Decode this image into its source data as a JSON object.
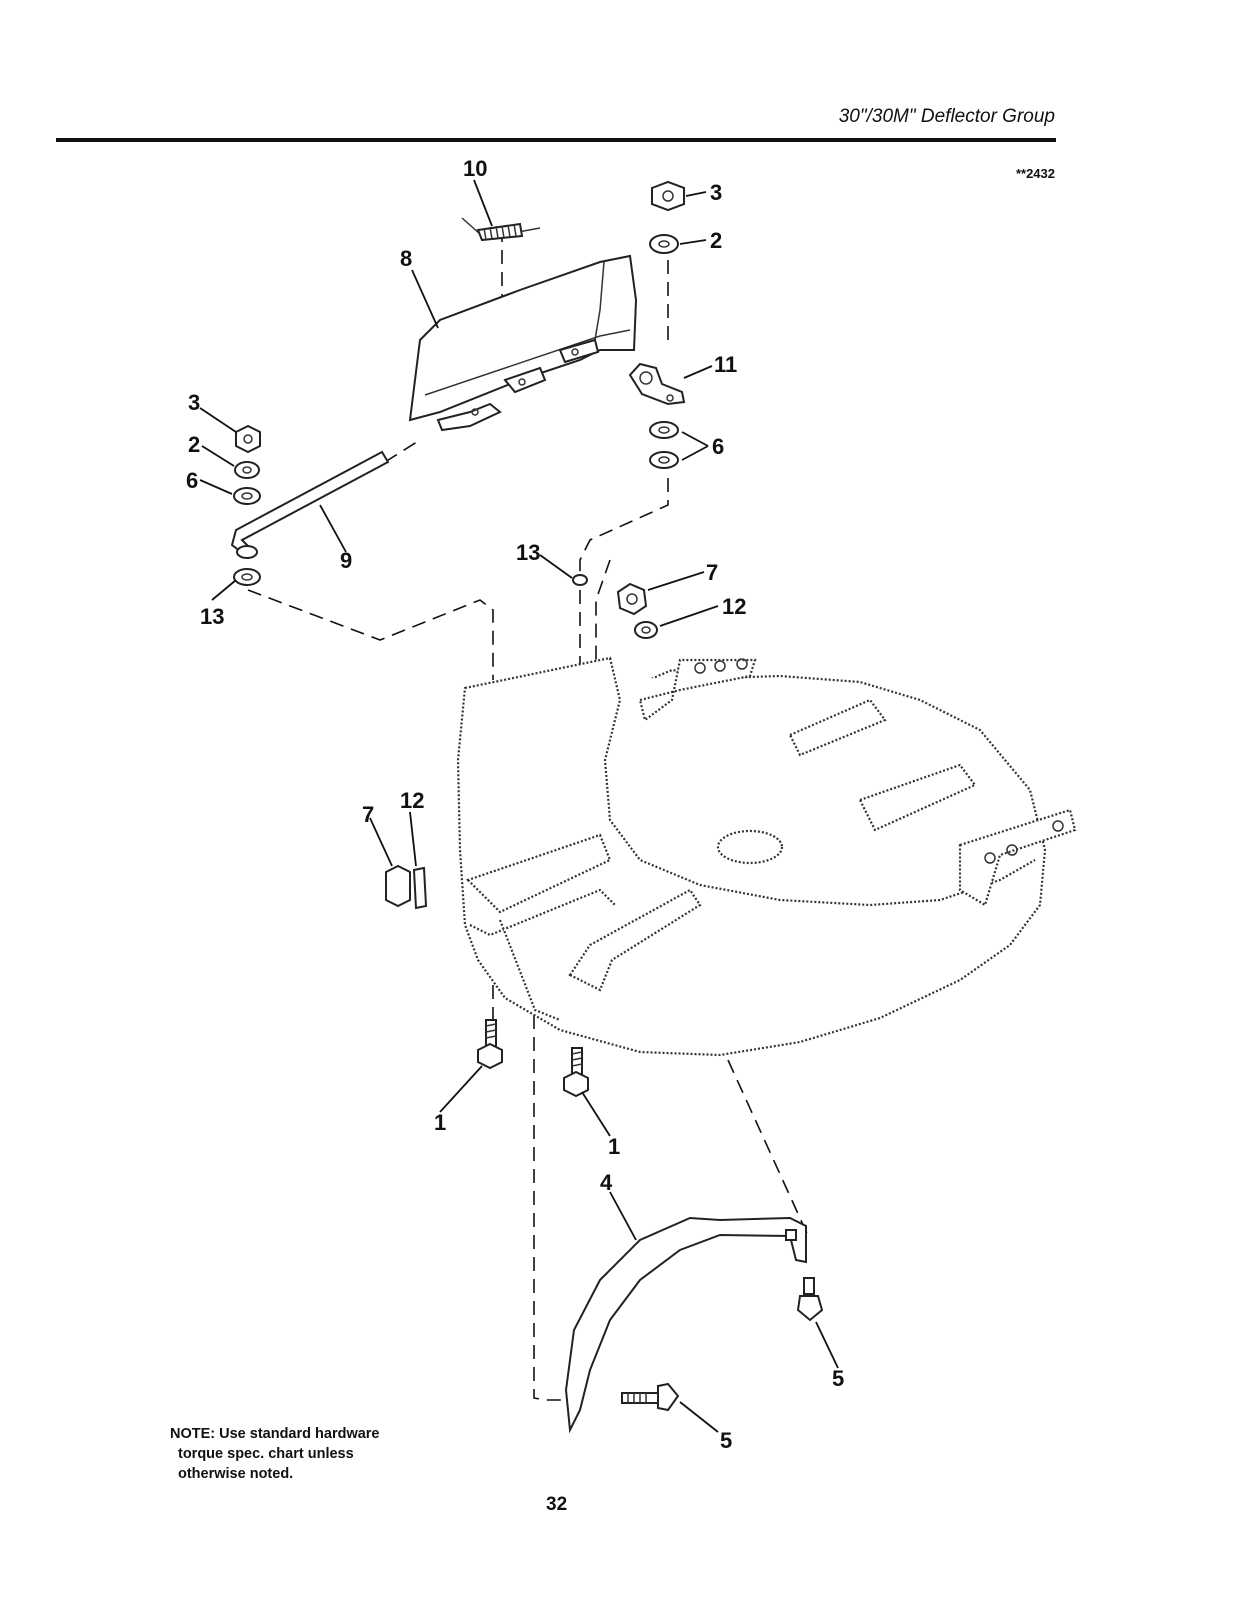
{
  "header": {
    "title": "30\"/30M\" Deflector Group"
  },
  "diagram_code": "**2432",
  "callouts": [
    "10",
    "3",
    "2",
    "8",
    "11",
    "6",
    "3",
    "2",
    "6",
    "9",
    "13",
    "13",
    "7",
    "12",
    "12",
    "7",
    "1",
    "1",
    "4",
    "5",
    "5"
  ],
  "note": {
    "line1": "NOTE: Use standard hardware",
    "line2": "torque spec. chart unless",
    "line3": "otherwise noted."
  },
  "page_number": "32"
}
